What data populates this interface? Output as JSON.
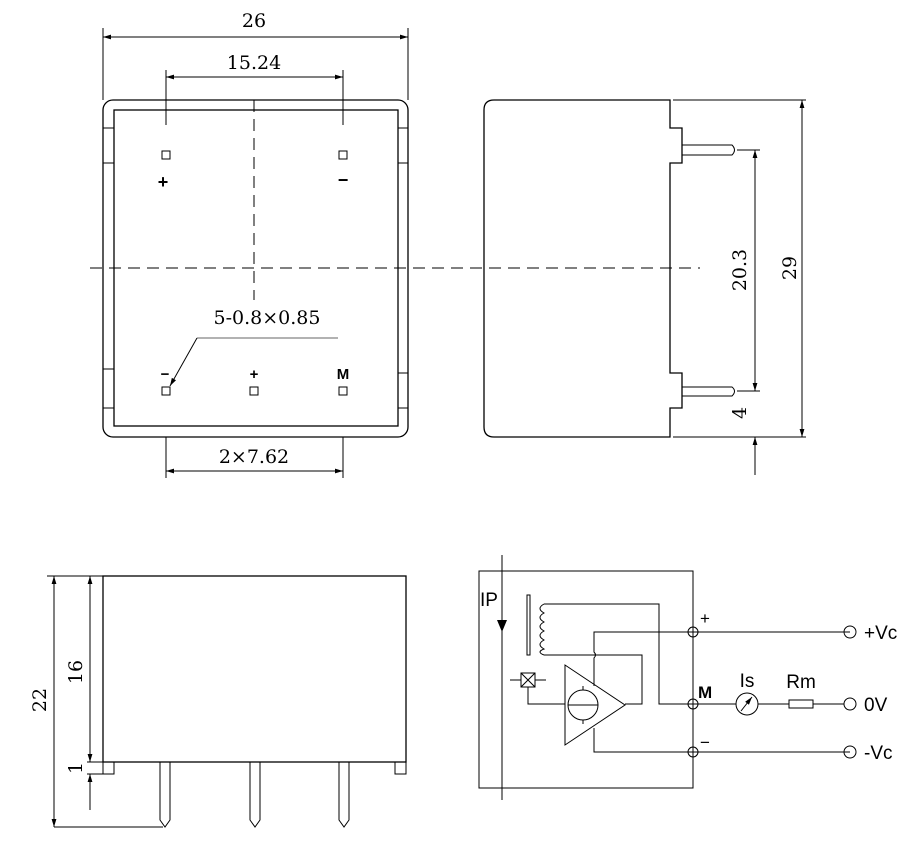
{
  "top_view": {
    "dim_width": "26",
    "dim_pin_pitch_top": "15.24",
    "dim_pin_pitch_bottom": "2×7.62",
    "pin_spec": "5-0.8×0.85",
    "pin_labels": {
      "top_left": "+",
      "top_right": "−",
      "bottom_left": "−",
      "bottom_mid": "+",
      "bottom_right": "M"
    }
  },
  "side_view": {
    "dim_pin_spacing": "20.3",
    "dim_height": "29",
    "dim_pin_offset": "4"
  },
  "front_view": {
    "dim_total": "22",
    "dim_body": "16",
    "dim_standoff": "1"
  },
  "schematic": {
    "primary_label": "IP",
    "node_plus": "+",
    "node_m": "M",
    "node_minus": "−",
    "meter_label": "Is",
    "resistor_label": "Rm",
    "terminal_pos": "+Vc",
    "terminal_zero": "0V",
    "terminal_neg": "-Vc"
  }
}
